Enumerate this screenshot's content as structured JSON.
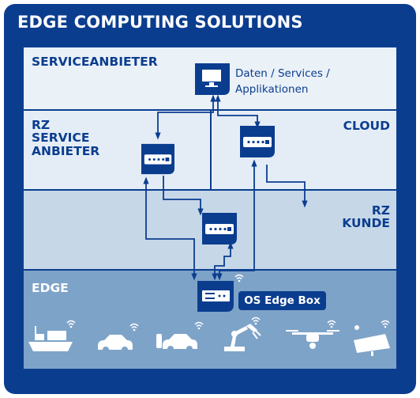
{
  "title": "EDGE COMPUTING SOLUTIONS",
  "layers": {
    "service_provider": "SERVICEANBIETER",
    "rz_service_provider": [
      "RZ",
      "SERVICE",
      "ANBIETER"
    ],
    "cloud": "CLOUD",
    "rz_customer": [
      "RZ",
      "KUNDE"
    ],
    "edge": "EDGE"
  },
  "data_services": [
    "Daten / Services /",
    "Applikationen"
  ],
  "edge_box_label": "OS Edge Box",
  "colors": {
    "frame": "#0b3d8f",
    "layer_top": "#eaf1f7",
    "layer_middle": "#c6d7e8",
    "layer_edge": "#7ea3c8",
    "text": "#0b3d8f"
  },
  "devices": [
    "ship-icon",
    "car-icon",
    "electric-car-icon",
    "robot-arm-icon",
    "drone-icon",
    "solar-panel-icon"
  ]
}
